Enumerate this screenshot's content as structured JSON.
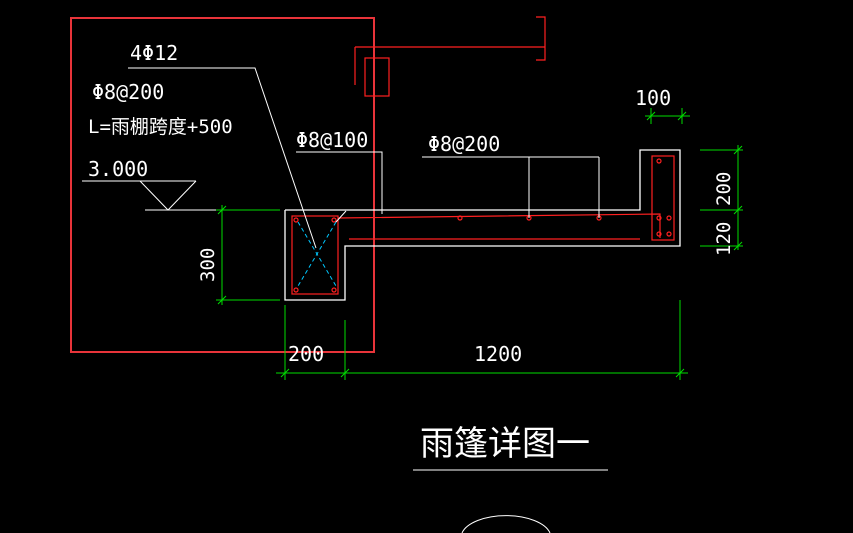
{
  "drawing": {
    "title": "雨篷详图一",
    "colors": {
      "background": "#000000",
      "outline": "#ffffff",
      "rebar": "#ff2020",
      "dimension": "#00dd00",
      "highlight": "#e8343a",
      "cross": "#00c8ff"
    }
  },
  "annotations": {
    "top_rebar": "4Φ12",
    "stirrup": "Φ8@200",
    "length_note": "L=雨棚跨度+500",
    "elevation": "3.000",
    "canopy_stirrup_100": "Φ8@100",
    "canopy_stirrup_200": "Φ8@200"
  },
  "dimensions": {
    "beam_height": "300",
    "beam_width": "200",
    "canopy_length": "1200",
    "upturn_width": "100",
    "upturn_height": "200",
    "slab_thickness": "120"
  }
}
